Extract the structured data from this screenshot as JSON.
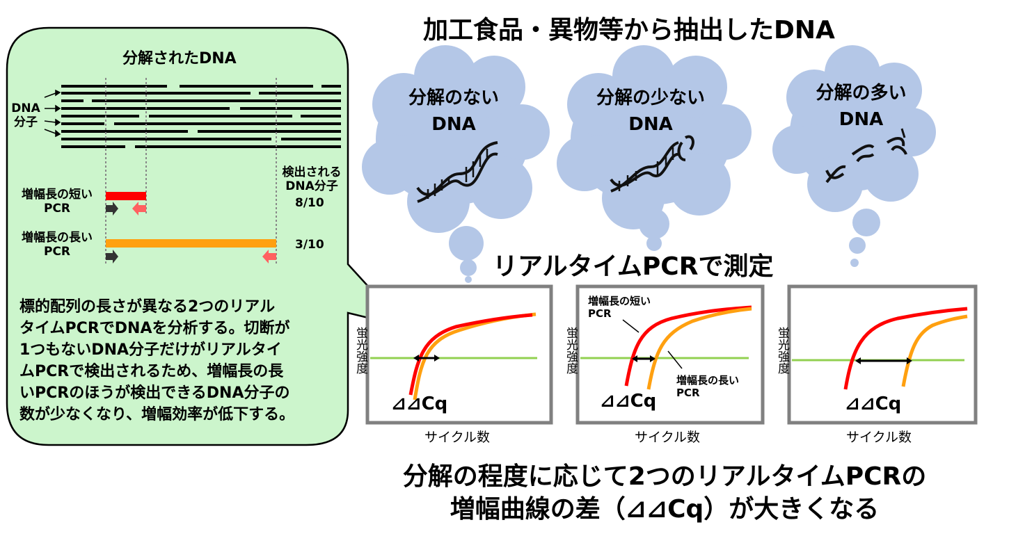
{
  "main_title": "加工食品・異物等から抽出したDNA",
  "realtime_title": "リアルタイムPCRで測定",
  "conclusion": {
    "line1": "分解の程度に応じて2つのリアルタイムPCRの",
    "line2": "増幅曲線の差（⊿⊿Cq）が大きくなる"
  },
  "clouds": [
    {
      "line1": "分解のない",
      "line2": "DNA"
    },
    {
      "line1": "分解の少ない",
      "line2": "DNA"
    },
    {
      "line1": "分解の多い",
      "line2": "DNA"
    }
  ],
  "bubble": {
    "title": "分解されたDNA",
    "dna_label1": "DNA",
    "dna_label2": "分子",
    "short_pcr1": "増幅長の短い",
    "short_pcr2": "PCR",
    "long_pcr1": "増幅長の長い",
    "long_pcr2": "PCR",
    "detected1": "検出される",
    "detected2": "DNA分子",
    "short_ratio": "8/10",
    "long_ratio": "3/10",
    "description": [
      "標的配列の長さが異なる2つのリアル",
      "タイムPCRでDNAを分析する。切断が",
      "1つもないDNA分子だけがリアルタイ",
      "ムPCRで検出されるため、増幅長の長",
      "いPCRのほうが検出できるDNA分子の",
      "数が少なくなり、増幅効率が低下する。"
    ]
  },
  "plots": {
    "xlabel": "サイクル数",
    "ylabel": "蛍光強度",
    "ddcq": "⊿⊿Cq",
    "short_ann1": "増幅長の短い",
    "short_ann2": "PCR",
    "long_ann1": "増幅長の長い",
    "long_ann2": "PCR"
  },
  "colors": {
    "bubble_fill": "#ccf5cc",
    "cloud_fill": "#b4c7e7",
    "short_curve": "#ff0000",
    "long_curve": "#ffa010",
    "threshold": "#92d050"
  }
}
